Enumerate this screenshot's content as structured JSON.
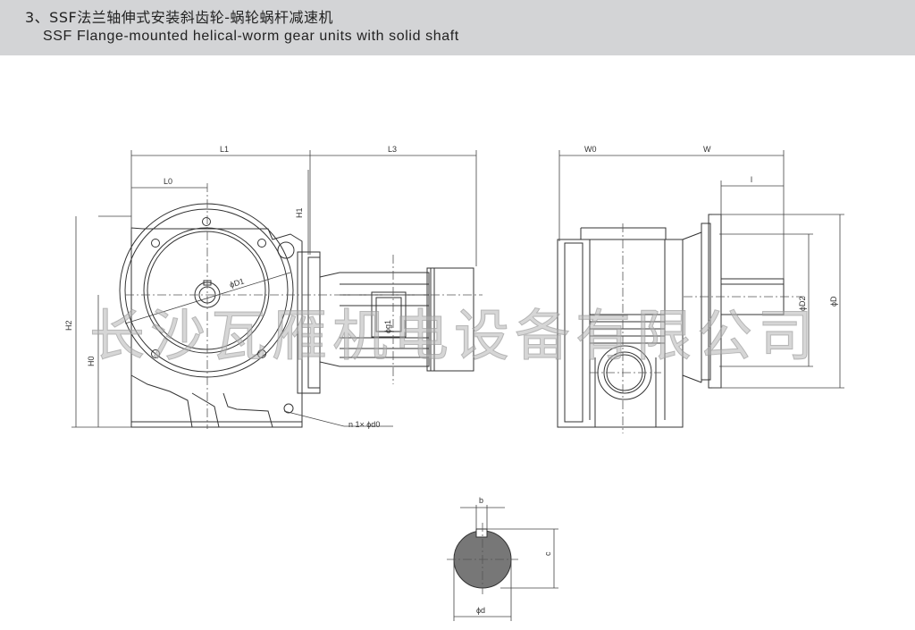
{
  "header": {
    "title_cn": "3、SSF法兰轴伸式安装斜齿轮-蜗轮蜗杆减速机",
    "title_en": "SSF Flange-mounted helical-worm gear units with solid shaft"
  },
  "watermark": "长沙瓦雁机电设备有限公司",
  "labels": {
    "L1": "L1",
    "L3": "L3",
    "L0": "L0",
    "H1": "H1",
    "H2": "H2",
    "H0": "H0",
    "D1": "ϕD1",
    "g1": "ϕg1",
    "n_d0": "n 1× ϕd0",
    "W0": "W0",
    "W": "W",
    "l": "l",
    "D2": "ϕD2",
    "D": "ϕD",
    "b": "b",
    "c": "c",
    "d": "ϕd"
  },
  "colors": {
    "header_bg": "#d3d4d6",
    "line": "#333333"
  }
}
